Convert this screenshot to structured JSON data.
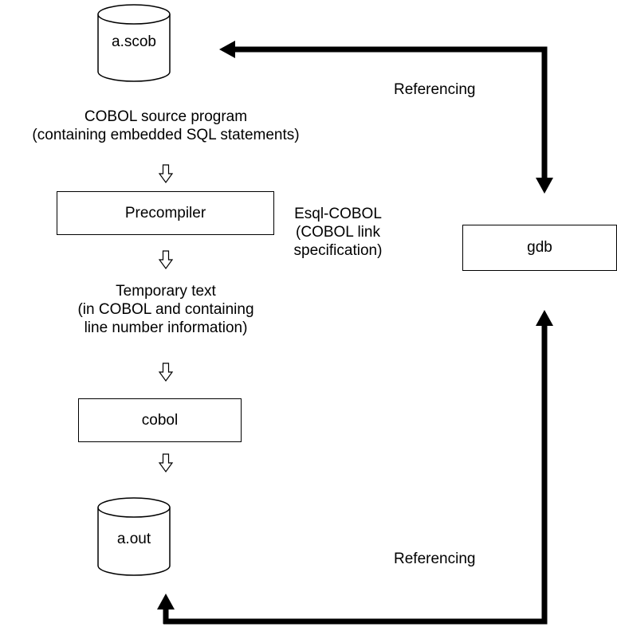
{
  "nodes": {
    "source_file": "a.scob",
    "source_desc_line1": "COBOL source program",
    "source_desc_line2": "(containing embedded SQL statements)",
    "precompiler": "Precompiler",
    "precompiler_note_line1": "Esql-COBOL",
    "precompiler_note_line2": "(COBOL link",
    "precompiler_note_line3": "specification)",
    "temp_line1": "Temporary text",
    "temp_line2": "(in COBOL and containing",
    "temp_line3": "line number information)",
    "compiler": "cobol",
    "output_file": "a.out",
    "debugger": "gdb"
  },
  "edges": {
    "top_label": "Referencing",
    "bottom_label": "Referencing"
  }
}
